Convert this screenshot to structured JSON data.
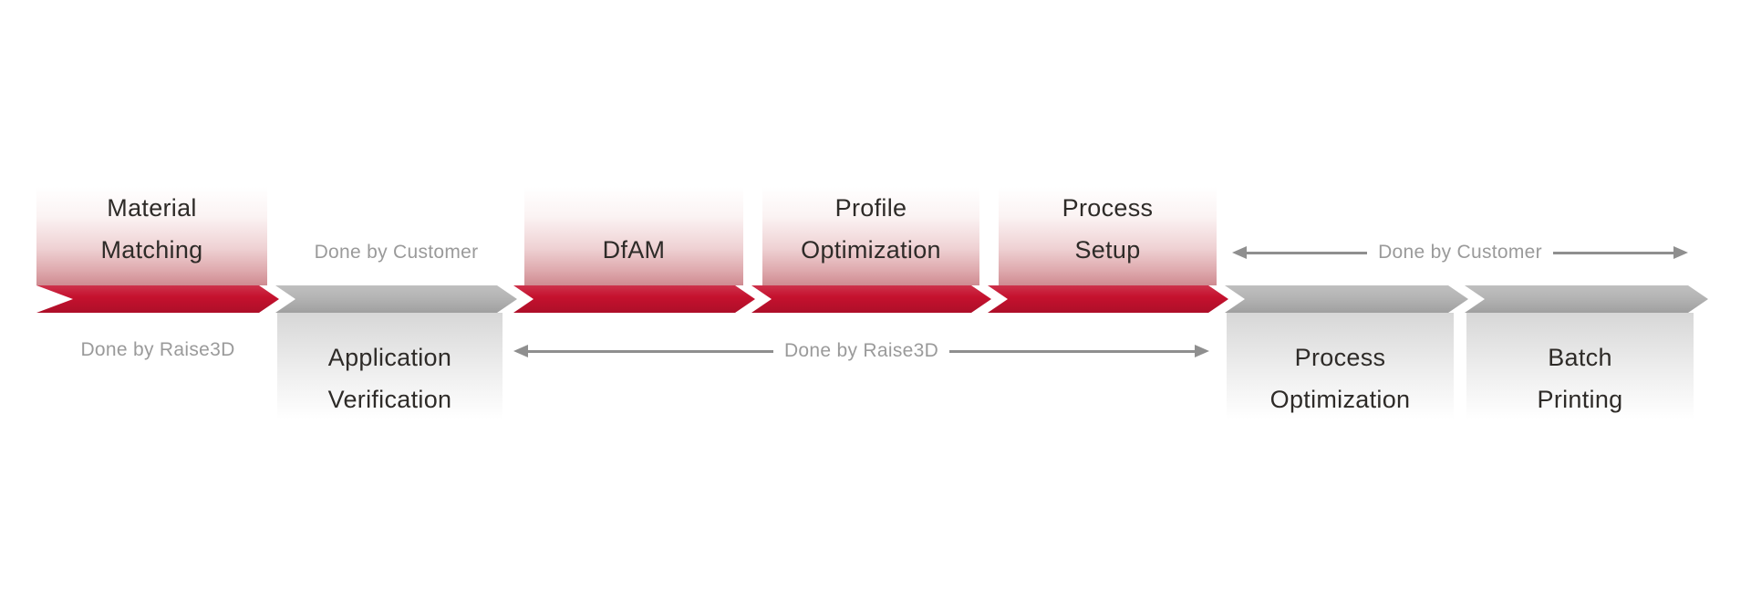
{
  "diagram": {
    "type": "process-flow",
    "description_visible_only": "7-step chevron workflow band",
    "colors": {
      "band_red": "#c5112e",
      "band_gray": "#b5b5b5",
      "box_red_mid": "#efd2d4",
      "box_red_bottom": "#cf8b91",
      "box_gray_top": "#d7d7d7",
      "text_dark": "#2e2b28",
      "text_gray": "#9a9a9a",
      "arrow_gray": "#8f8f8f"
    }
  },
  "steps": [
    {
      "index": 1,
      "band_color": "red",
      "owner": "Raise3D",
      "lines": [
        "Material",
        "Matching"
      ]
    },
    {
      "index": 2,
      "band_color": "gray",
      "owner": "Customer",
      "lines": [
        "Application",
        "Verification"
      ]
    },
    {
      "index": 3,
      "band_color": "red",
      "owner": "Raise3D",
      "lines": [
        "DfAM"
      ]
    },
    {
      "index": 4,
      "band_color": "red",
      "owner": "Raise3D",
      "lines": [
        "Profile",
        "Optimization"
      ]
    },
    {
      "index": 5,
      "band_color": "red",
      "owner": "Raise3D",
      "lines": [
        "Process",
        "Setup"
      ]
    },
    {
      "index": 6,
      "band_color": "gray",
      "owner": "Customer",
      "lines": [
        "Process",
        "Optimization"
      ]
    },
    {
      "index": 7,
      "band_color": "gray",
      "owner": "Customer",
      "lines": [
        "Batch",
        "Printing"
      ]
    }
  ],
  "annotations": {
    "done_by_raise3d_label": "Done by Raise3D",
    "done_by_customer_label": "Done by Customer",
    "done_by_raise3d_arrow": "Done by Raise3D",
    "done_by_customer_arrow": "Done by Customer"
  }
}
